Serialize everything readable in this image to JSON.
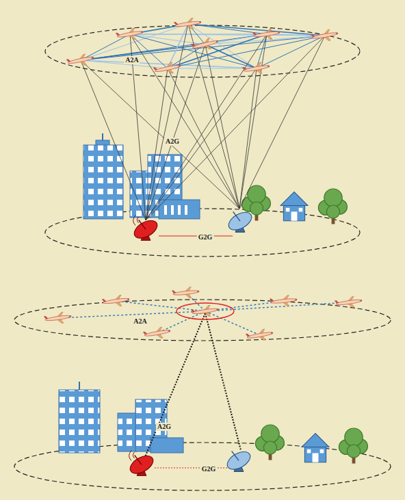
{
  "diagram": {
    "labels": [
      "A2A",
      "A2G",
      "G2G",
      "A2A",
      "A2G",
      "G2G"
    ]
  }
}
